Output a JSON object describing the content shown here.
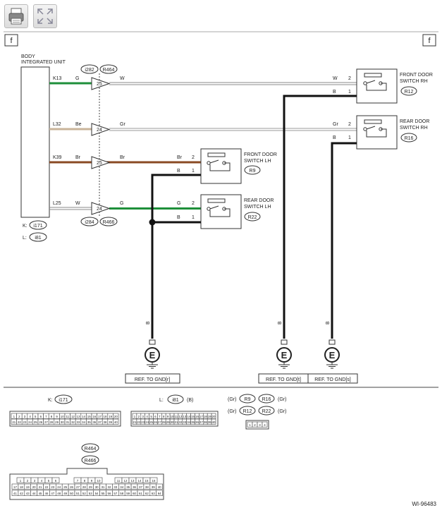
{
  "toolbar": {
    "print_icon": "printer-icon",
    "expand_icon": "expand-icon"
  },
  "page_marker": "f",
  "body_unit": {
    "label1": "BODY",
    "label2": "INTEGRATED UNIT",
    "conn_k": "K:",
    "conn_k_id": "i171",
    "conn_l": "L:",
    "conn_l_id": "i81"
  },
  "connector_top": {
    "a": "i282",
    "b": "R464"
  },
  "connector_bottom": {
    "a": "i284",
    "b": "R466"
  },
  "wires": {
    "w1": {
      "pin": "K13",
      "color_left": "G",
      "junction_pin": "25",
      "color_right": "W",
      "color_hex": "#1e8f3a"
    },
    "w2": {
      "pin": "L32",
      "color_left": "Be",
      "junction_pin": "24",
      "color_right": "Gr",
      "color_hex": "#c9b49a"
    },
    "w3": {
      "pin": "K39",
      "color_left": "Br",
      "junction_pin": "25",
      "color_right": "Br",
      "color_hex": "#8a4a23"
    },
    "w4": {
      "pin": "L25",
      "color_left": "W",
      "junction_pin": "24",
      "color_right": "G",
      "color_hex": "#1e8f3a"
    }
  },
  "switches": {
    "front_rh": {
      "line1": "FRONT DOOR",
      "line2": "SWITCH RH",
      "id": "R12",
      "w_top": "W",
      "p_top": "2",
      "w_bot": "B",
      "p_bot": "1"
    },
    "rear_rh": {
      "line1": "REAR DOOR",
      "line2": "SWITCH RH",
      "id": "R16",
      "w_top": "Gr",
      "p_top": "2",
      "w_bot": "B",
      "p_bot": "1"
    },
    "front_lh": {
      "line1": "FRONT DOOR",
      "line2": "SWITCH LH",
      "id": "R9",
      "w_top": "Br",
      "p_top": "2",
      "w_bot": "B",
      "p_bot": "1"
    },
    "rear_lh": {
      "line1": "REAR DOOR",
      "line2": "SWITCH LH",
      "id": "R22",
      "w_top": "G",
      "p_top": "2",
      "w_bot": "B",
      "p_bot": "1"
    }
  },
  "grounds": {
    "g1": {
      "wire": "B",
      "label": "E",
      "ref": "REF. TO GND[r]"
    },
    "g2": {
      "wire": "B",
      "label": "E",
      "ref": "REF. TO GND[t]"
    },
    "g3": {
      "wire": "B",
      "label": "E",
      "ref": "REF. TO GND[s]"
    }
  },
  "legend": {
    "k_label": "K:",
    "k_id": "i171",
    "k_row1": [
      "1",
      "2",
      "3",
      "4",
      "5",
      "6",
      "7",
      "8",
      "9",
      "10",
      "11",
      "12",
      "13",
      "14",
      "15",
      "16",
      "17",
      "18",
      "19",
      "20"
    ],
    "k_row2": [
      "21",
      "22",
      "23",
      "24",
      "25",
      "26",
      "27",
      "28",
      "29",
      "30",
      "31",
      "32",
      "33",
      "34",
      "35",
      "36",
      "37",
      "38",
      "39",
      "40"
    ],
    "l_label": "L:",
    "l_id": "i81",
    "l_color": "(B)",
    "l_row1": [
      "1",
      "2",
      "3",
      "4",
      "5",
      "6",
      "7",
      "8",
      "9",
      "10",
      "11",
      "12",
      "13",
      "14",
      "15",
      "16",
      "17",
      "18",
      "19",
      "20"
    ],
    "l_row2": [
      "21",
      "22",
      "23",
      "24",
      "25",
      "26",
      "27",
      "28",
      "29",
      "30",
      "31",
      "32",
      "33",
      "34",
      "35",
      "36",
      "37",
      "38",
      "39",
      "40"
    ],
    "sw_colors": [
      "(Gr)",
      "(Gr)",
      "(Gr)",
      "(Gr)"
    ],
    "sw_ids": [
      "R9",
      "R16",
      "R12",
      "R22"
    ],
    "sw_pins": [
      "1",
      "2",
      "3",
      "4"
    ],
    "r_ids": [
      "R464",
      "R466"
    ],
    "r_rowA": [
      "1",
      "2",
      "3",
      "4",
      "5",
      "6",
      "7",
      "8",
      "9",
      "10",
      "11",
      "12",
      "13",
      "14",
      "15",
      "16"
    ],
    "r_rowB": [
      "17",
      "18",
      "19",
      "20",
      "21",
      "22",
      "23",
      "24",
      "25",
      "26",
      "27",
      "28",
      "29",
      "30",
      "31",
      "32",
      "33",
      "34",
      "35",
      "36",
      "37",
      "38",
      "39",
      "40"
    ],
    "r_rowC": [
      "41",
      "42",
      "43",
      "44",
      "45",
      "46",
      "47",
      "48",
      "49",
      "50",
      "51",
      "52",
      "53",
      "54",
      "55",
      "56",
      "57",
      "58",
      "59",
      "60",
      "61",
      "62",
      "63",
      "64"
    ]
  },
  "figure_id": "WI-96483"
}
